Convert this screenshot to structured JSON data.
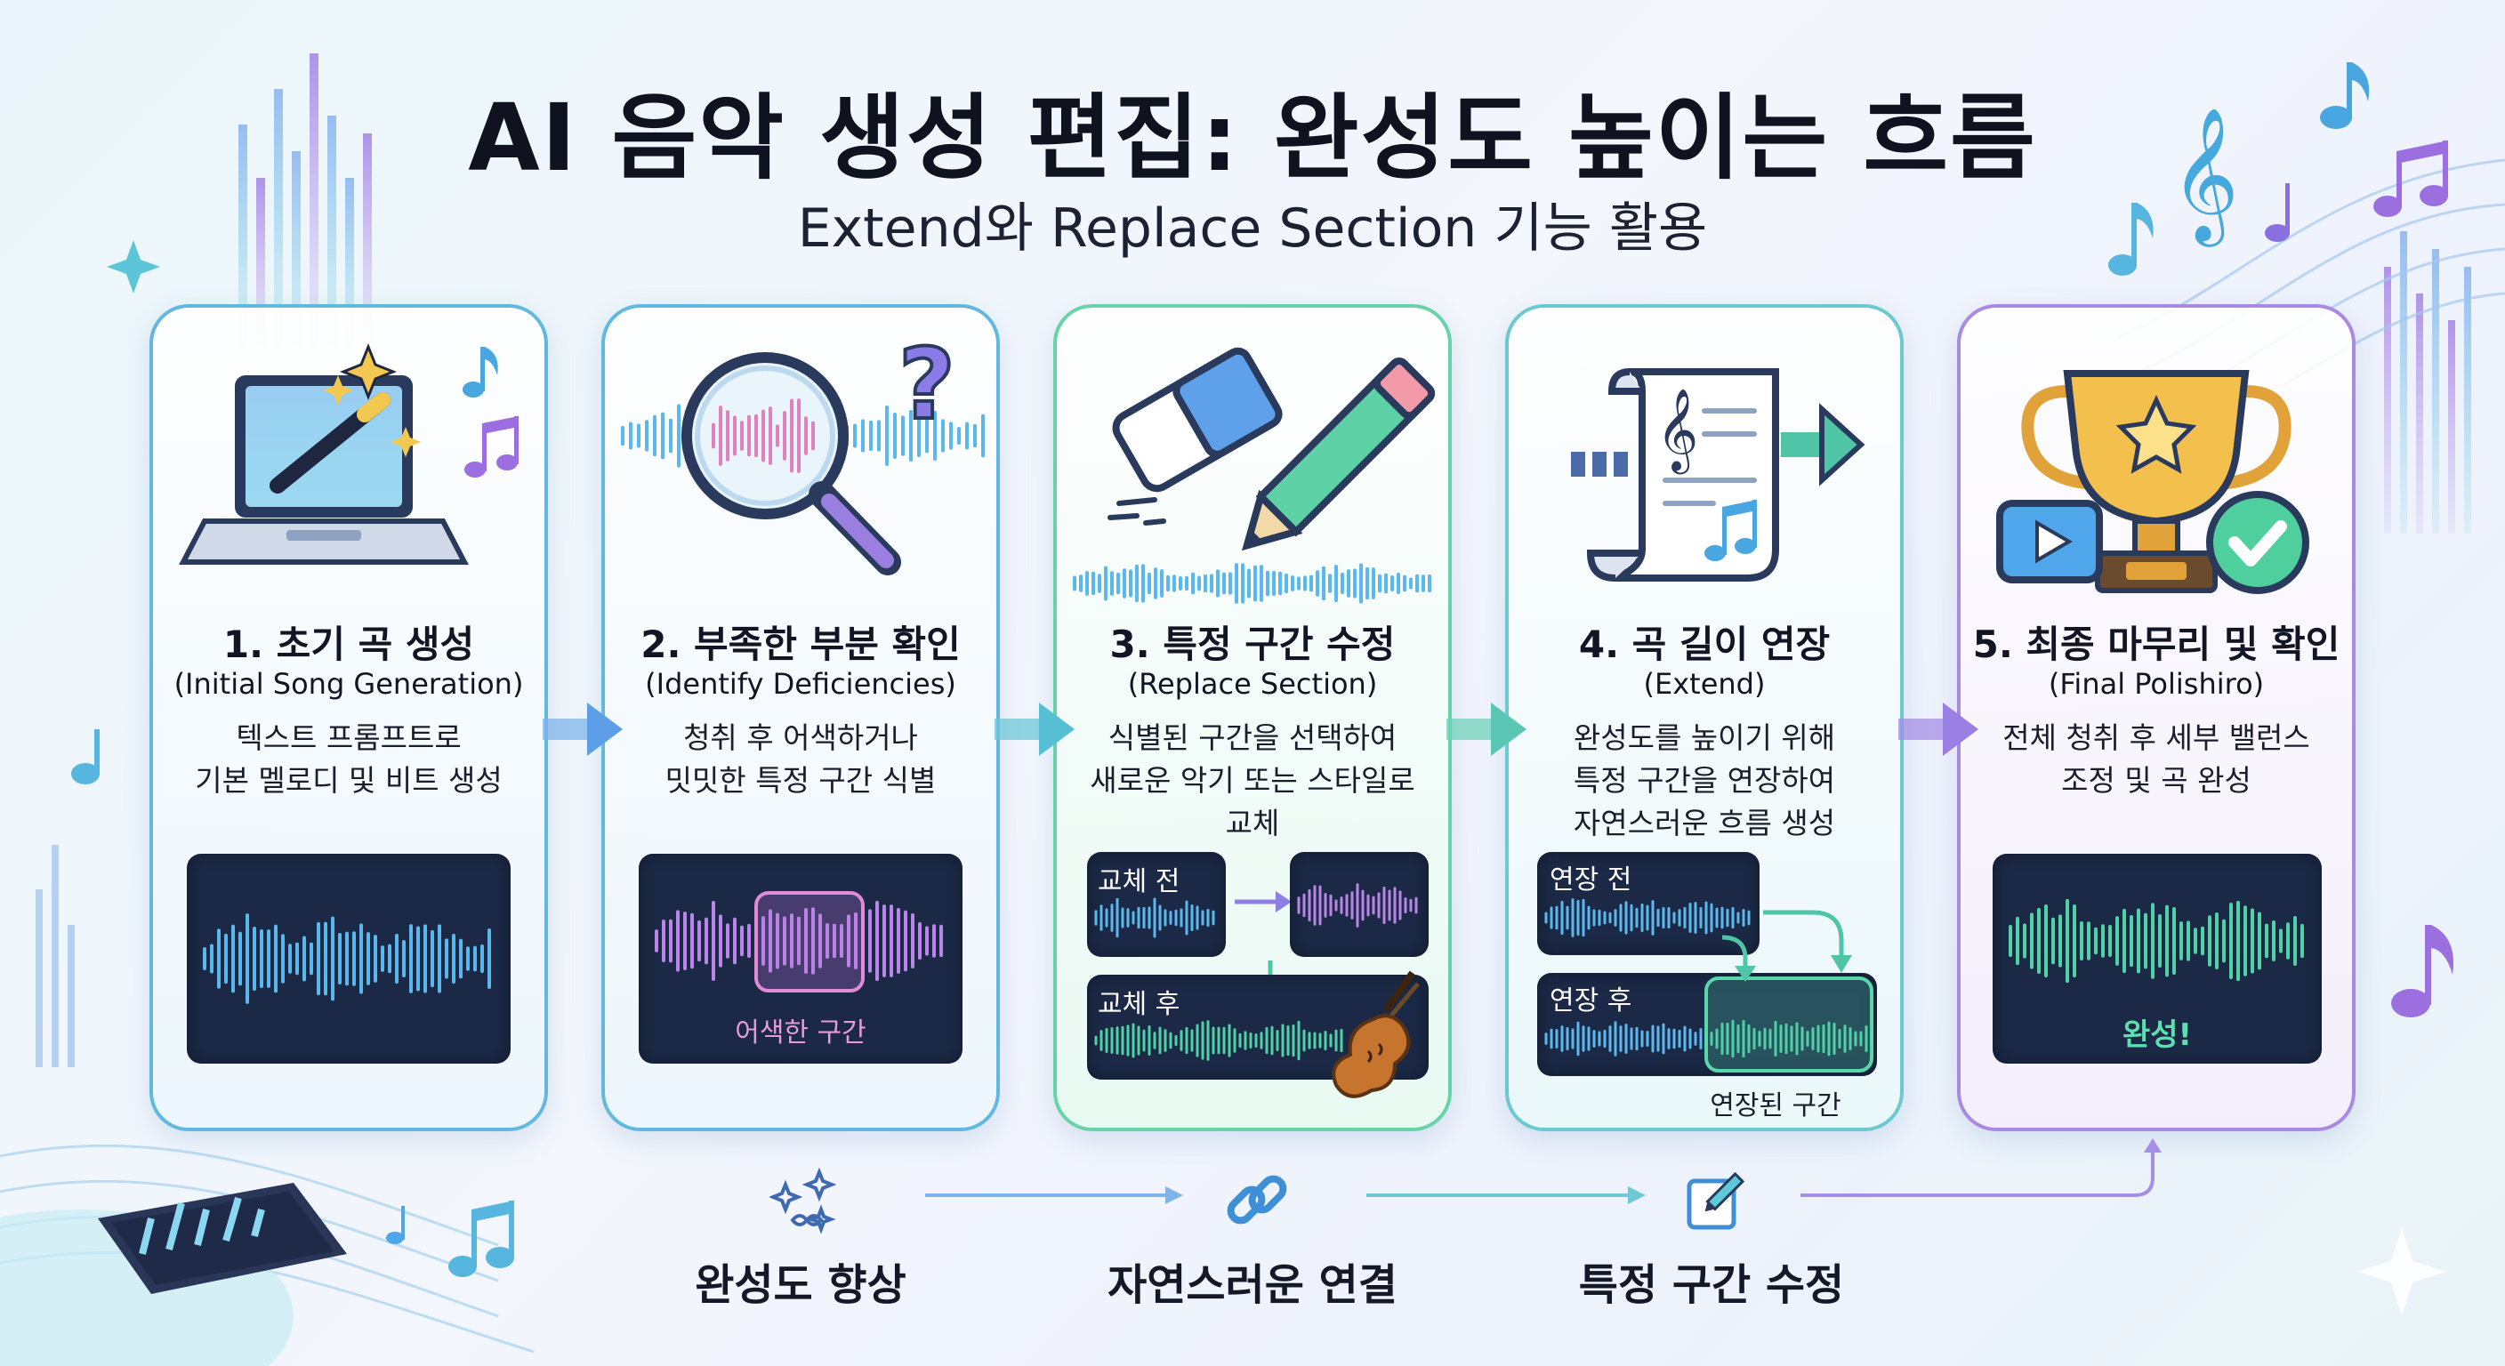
{
  "title": "AI 음악 생성 편집: 완성도 높이는 흐름",
  "subtitle": "Extend와 Replace Section 기능 활용",
  "colors": {
    "blue": "#4fa6ea",
    "teal": "#3ec9a2",
    "purple": "#9b6fe0",
    "navy_panel": "#1b2946",
    "card_border_blue": "#62b8de",
    "card_border_green": "#68d2a8",
    "card_border_purple": "#a98ae0"
  },
  "steps": [
    {
      "title": "1. 초기 곡 생성",
      "subtitle": "(Initial Song Generation)",
      "desc": [
        "텍스트 프롬프트로",
        "기본 멜로디 및 비트 생성"
      ],
      "icon": "laptop-magic-wand-icon"
    },
    {
      "title": "2. 부족한 부분 확인",
      "subtitle": "(Identify Deficiencies)",
      "desc": [
        "청취 후 어색하거나",
        "밋밋한 특정 구간 식별"
      ],
      "icon": "magnifier-question-icon",
      "panel_label": "어색한 구간"
    },
    {
      "title": "3. 특정 구간 수정",
      "subtitle": "(Replace Section)",
      "desc": [
        "식별된 구간을 선택하여",
        "새로운 악기 또는 스타일로",
        "교체"
      ],
      "icon": "eraser-pencil-icon",
      "before_label": "교체 전",
      "after_label": "교체 후"
    },
    {
      "title": "4. 곡 길이 연장",
      "subtitle": "(Extend)",
      "desc": [
        "완성도를 높이기 위해",
        "특정 구간을 연장하여",
        "자연스러운 흐름 생성"
      ],
      "icon": "music-scroll-arrow-icon",
      "before_label": "연장 전",
      "after_label": "연장 후",
      "extended_label": "연장된 구간"
    },
    {
      "title": "5. 최종 마무리 및 확인",
      "subtitle": "(Final Polishiro)",
      "desc": [
        "전체 청취 후 세부 밸런스",
        "조정 및 곡 완성"
      ],
      "icon": "trophy-check-icon",
      "panel_label": "완성!"
    }
  ],
  "bottom_flow": [
    {
      "label": "완성도 향상",
      "icon": "sparkle-infinity-icon"
    },
    {
      "label": "자연스러운 연결",
      "icon": "chain-link-icon"
    },
    {
      "label": "특정 구간 수정",
      "icon": "edit-pencil-icon"
    }
  ]
}
